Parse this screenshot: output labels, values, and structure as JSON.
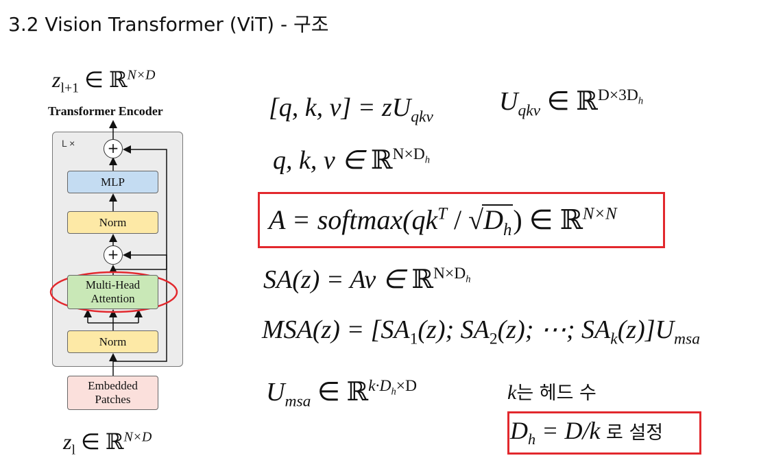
{
  "slide": {
    "title": "3.2 Vision Transformer (ViT) - 구조"
  },
  "diagram": {
    "output_label": {
      "z": "z",
      "sub": "l+1",
      "in": " ∈ ",
      "bb": "ℝ",
      "sup": "N×D"
    },
    "encoder_title": "Transformer Encoder",
    "repeat_label": "L ×",
    "blocks": {
      "mlp": "MLP",
      "norm_top": "Norm",
      "mha_line1": "Multi-Head",
      "mha_line2": "Attention",
      "norm_bottom": "Norm",
      "emb_line1": "Embedded",
      "emb_line2": "Patches"
    },
    "plus_symbol": "+",
    "input_label": {
      "z": "z",
      "sub": "l",
      "in": " ∈ ",
      "bb": "ℝ",
      "sup": "N×D"
    },
    "highlight_color": "#e2282d"
  },
  "equations": {
    "qkv_left": "[q, k, v] = zU",
    "qkv_sub": "qkv",
    "uqkv": "U",
    "uqkv_sub": "qkv",
    "uqkv_in": " ∈ ",
    "uqkv_sup": "D×3D",
    "uqkv_sup_sub": "h",
    "qkv_dim": "q, k, v ∈ ",
    "qkv_dim_sup": "N×D",
    "qkv_dim_sup_sub": "h",
    "attn_lhs": "A = softmax(qk",
    "attn_T": "T",
    "attn_slash": " / ",
    "attn_D": "D",
    "attn_D_sub": "h",
    "attn_close": ") ∈ ",
    "attn_sup": "N×N",
    "sa_lhs": "SA(z) = Av ∈ ",
    "sa_sup": "N×D",
    "sa_sup_sub": "h",
    "msa_lhs": "MSA(z) = [SA",
    "msa_1": "1",
    "msa_mid1": "(z); SA",
    "msa_2": "2",
    "msa_mid2": "(z); ⋯; SA",
    "msa_k": "k",
    "msa_end": "(z)]U",
    "msa_sub": "msa",
    "umsa": "U",
    "umsa_sub": "msa",
    "umsa_in": " ∈ ",
    "umsa_sup": "k·D",
    "umsa_sup_sub": "h",
    "umsa_sup_end": "×D",
    "k_var": "k",
    "k_note": "는 헤드 수",
    "dh_D": "D",
    "dh_sub": "h",
    "dh_rhs": " = D/k",
    "dh_note": " 로 설정",
    "bb": "ℝ"
  }
}
